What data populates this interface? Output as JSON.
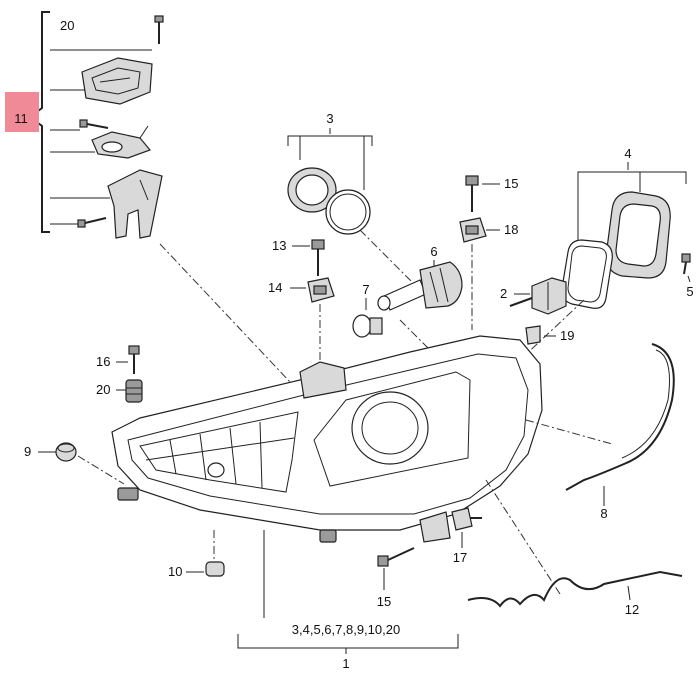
{
  "diagram": {
    "highlight_color": "#f08a96",
    "line_color": "#222222",
    "callouts": {
      "c20_top": "20",
      "c11": "11",
      "c3": "3",
      "c4": "4",
      "c15_top": "15",
      "c18": "18",
      "c13": "13",
      "c14": "14",
      "c6": "6",
      "c7": "7",
      "c2": "2",
      "c19": "19",
      "c5": "5",
      "c16": "16",
      "c20_mid": "20",
      "c9": "9",
      "c8": "8",
      "c10": "10",
      "c17": "17",
      "c15_bottom": "15",
      "c12": "12",
      "group_list": "3,4,5,6,7,8,9,10,20",
      "c1": "1"
    }
  }
}
